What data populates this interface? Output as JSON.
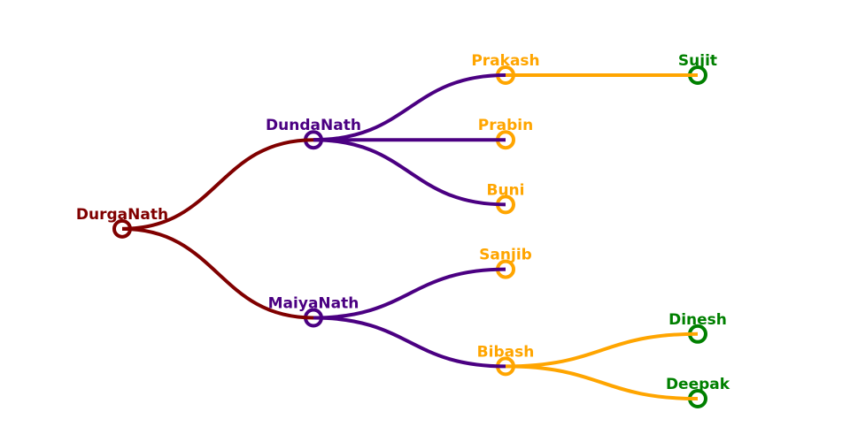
{
  "tree": {
    "name": "DurgaNath",
    "color": "#800000",
    "children": [
      {
        "name": "DundaNath",
        "color": "#4b0082",
        "children": [
          {
            "name": "Prakash",
            "color": "#ffa500",
            "children": [
              {
                "name": "Sujit",
                "color": "#008000",
                "children": []
              }
            ]
          },
          {
            "name": "Prabin",
            "color": "#ffa500",
            "children": []
          },
          {
            "name": "Buni",
            "color": "#ffa500",
            "children": []
          }
        ]
      },
      {
        "name": "MaiyaNath",
        "color": "#4b0082",
        "children": [
          {
            "name": "Sanjib",
            "color": "#ffa500",
            "children": []
          },
          {
            "name": "Bibash",
            "color": "#ffa500",
            "children": [
              {
                "name": "Dinesh",
                "color": "#008000",
                "children": []
              },
              {
                "name": "Deepak",
                "color": "#008000",
                "children": []
              }
            ]
          }
        ]
      }
    ]
  }
}
